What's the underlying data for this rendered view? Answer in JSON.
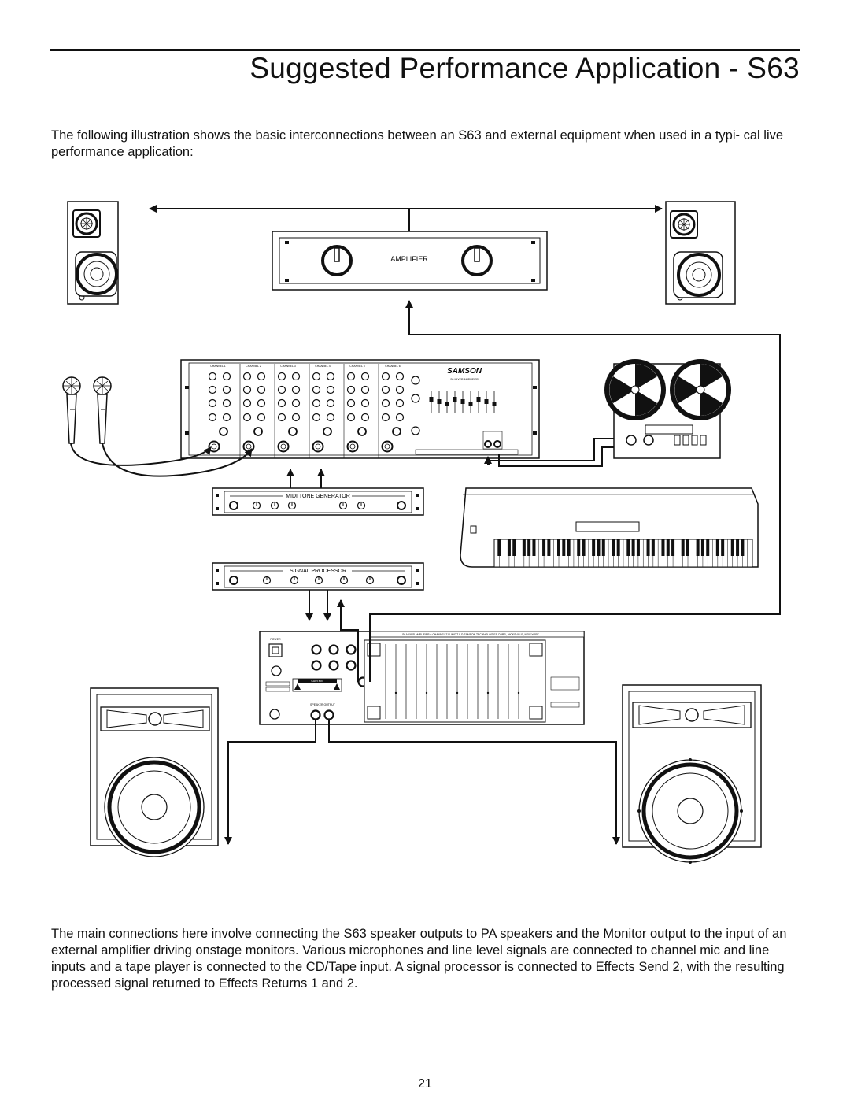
{
  "title": "Suggested Performance Application - S63",
  "intro": "The following illustration shows the basic interconnections between an S63 and external equipment when used in a typi- cal live performance application:",
  "outro": "The main connections here involve connecting the S63 speaker outputs to PA speakers and the Monitor output to the input of an external amplifier driving onstage monitors. Various microphones and line level signals are connected to channel mic and line inputs and a tape player is connected to the CD/Tape input. A signal processor is connected to Effects Send 2, with the resulting processed signal returned to Effects Returns 1 and 2.",
  "page_number": "21",
  "diagram": {
    "amplifier_label": "AMPLIFIER",
    "midi_label": "MIDI TONE GENERATOR",
    "signal_processor_label": "SIGNAL PROCESSOR",
    "mixer_brand": "SAMSON",
    "mixer_model": "S6 MIXER AMPLIFIER",
    "mixer_channels": [
      "CHANNEL 1",
      "CHANNEL 2",
      "CHANNEL 3",
      "CHANNEL 4",
      "CHANNEL 5",
      "CHANNEL 6"
    ],
    "rear_panel_strip": "S6 MIXER AMPLIFIER   6 CHANNEL 210 WATT 8 Ω   SAMSON TECHNOLOGIES CORP., HICKSVILLE, NEW YORK",
    "rear_caution": "CAUTION",
    "rear_speaker_output": "SPEAKER OUTPUT",
    "rear_power_label": "POWER"
  }
}
